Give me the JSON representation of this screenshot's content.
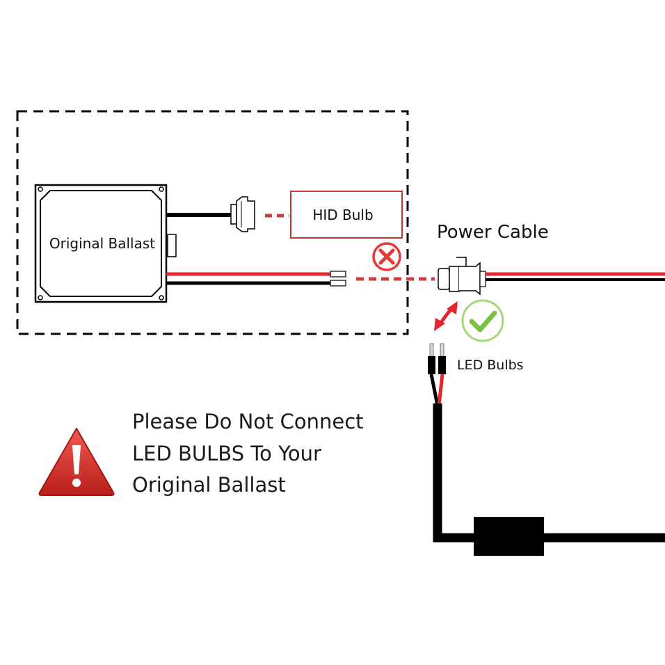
{
  "labels": {
    "ballast": "Original Ballast",
    "hid_bulb": "HID Bulb",
    "power_cable": "Power Cable",
    "led_bulbs": "LED Bulbs"
  },
  "warning": {
    "lines": [
      "Please Do Not Connect",
      "LED BULBS To Your",
      "Original Ballast"
    ]
  },
  "colors": {
    "wire_red": "#e2262b",
    "wire_black": "#000000",
    "dash_red": "#c8413f",
    "hid_box_border": "#c0392b",
    "cross_red": "#e53935",
    "check_green": "#7cc242",
    "warning_red": "#d9322c"
  },
  "icons": {
    "reject": "cross-circle-icon",
    "accept": "check-circle-icon",
    "warning": "warning-triangle-icon",
    "connect": "double-arrow-icon"
  }
}
